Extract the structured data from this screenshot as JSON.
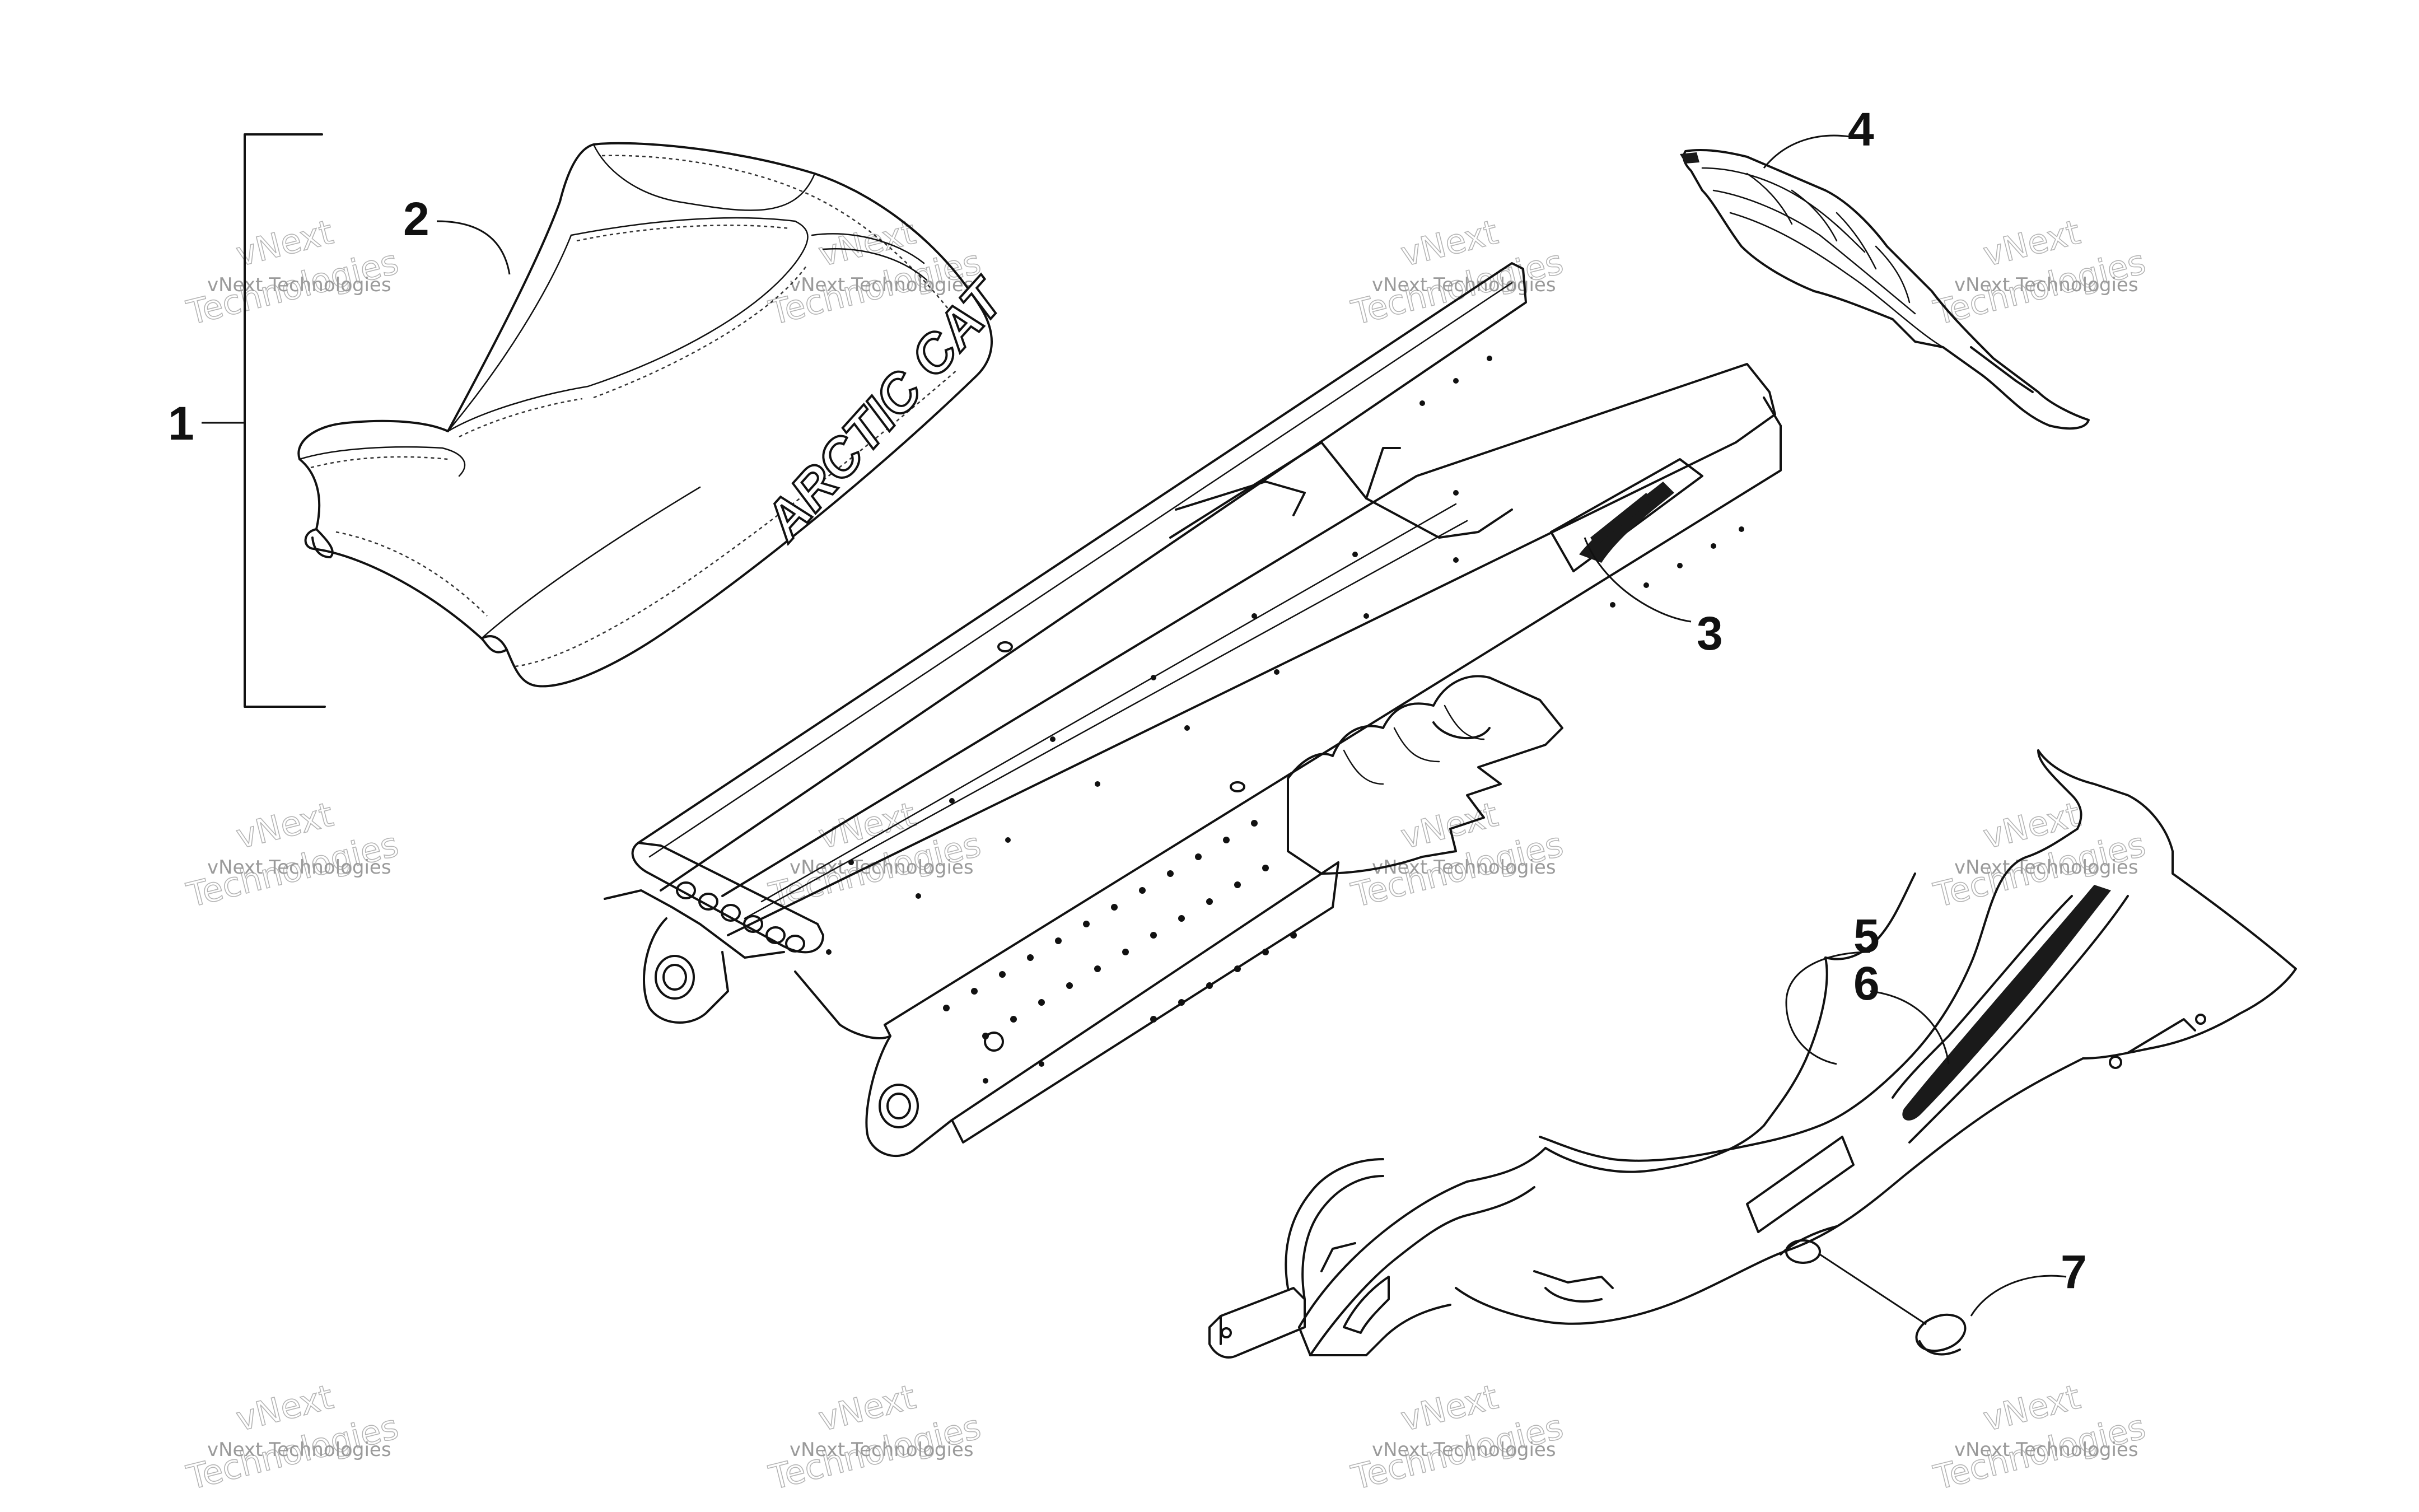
{
  "diagram": {
    "callouts": [
      "1",
      "2",
      "3",
      "4",
      "5",
      "6",
      "7"
    ],
    "seat_logo": "ARCTIC CAT",
    "watermark": {
      "line1": "vNext Technologies",
      "line2": "Technologies",
      "line3": "vNext"
    }
  }
}
